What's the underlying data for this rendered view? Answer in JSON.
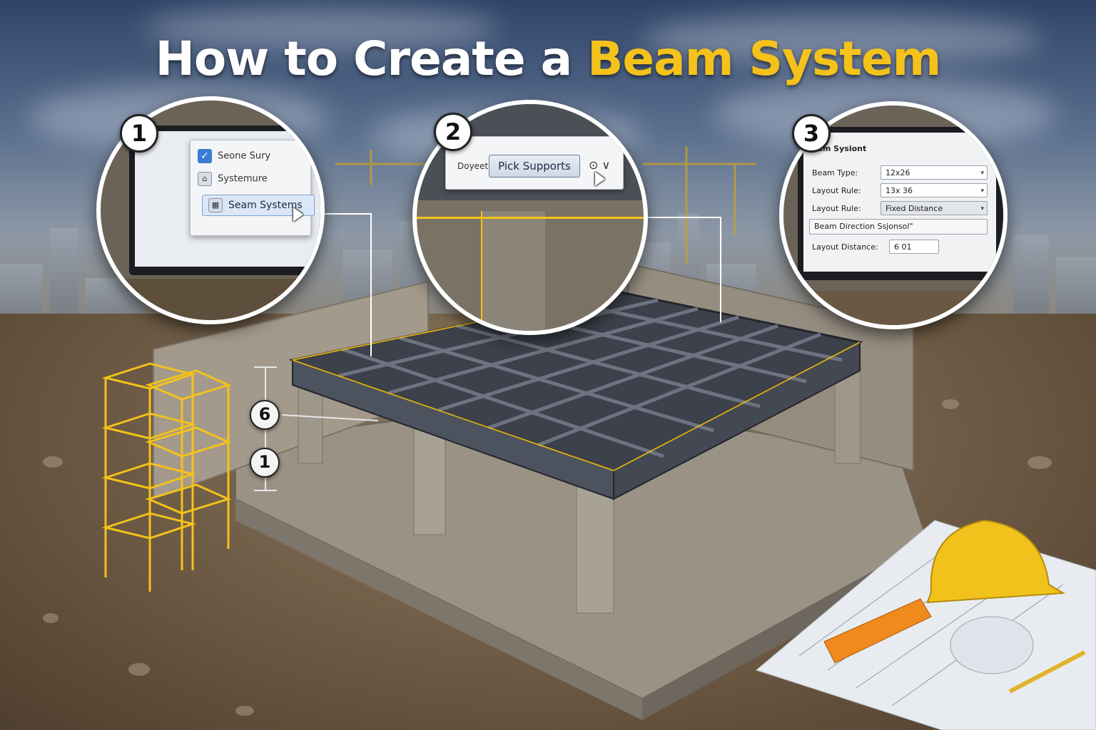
{
  "title": {
    "prefix": "How to Create a ",
    "accent": "Beam System"
  },
  "colors": {
    "accent": "#f4c21a",
    "sky": "#2f4468",
    "steel": "#4a4f59",
    "concrete": "#a8a196"
  },
  "steps": [
    {
      "number": "1",
      "menu_items": [
        "Seone Sury",
        "Systemure",
        "Seam Systems"
      ],
      "check_icon": "checkmark-icon",
      "selected_item": "Seam Systems"
    },
    {
      "number": "2",
      "panel_label": "Doyeet",
      "button_label": "Pick Supports",
      "dropdown_icon": "chevron-down-icon"
    },
    {
      "number": "3",
      "panel_title": "eam Sysiont",
      "properties": [
        {
          "label": "Beam Type:",
          "value": "12x26"
        },
        {
          "label": "Layout Rule:",
          "value": "13x 36"
        },
        {
          "label": "Layout Rule:",
          "value": "Fixed Distance"
        },
        {
          "label": "Beam Direction",
          "value": "Ssjonsol\""
        },
        {
          "label": "Layout Distance:",
          "value": "6 01"
        }
      ]
    }
  ],
  "dimension_badges": [
    "6",
    "1"
  ],
  "icons": [
    "checkmark-icon",
    "cursor-icon",
    "hardhat-icon",
    "tape-measure-icon",
    "blueprint-icon",
    "pencil-icon"
  ]
}
